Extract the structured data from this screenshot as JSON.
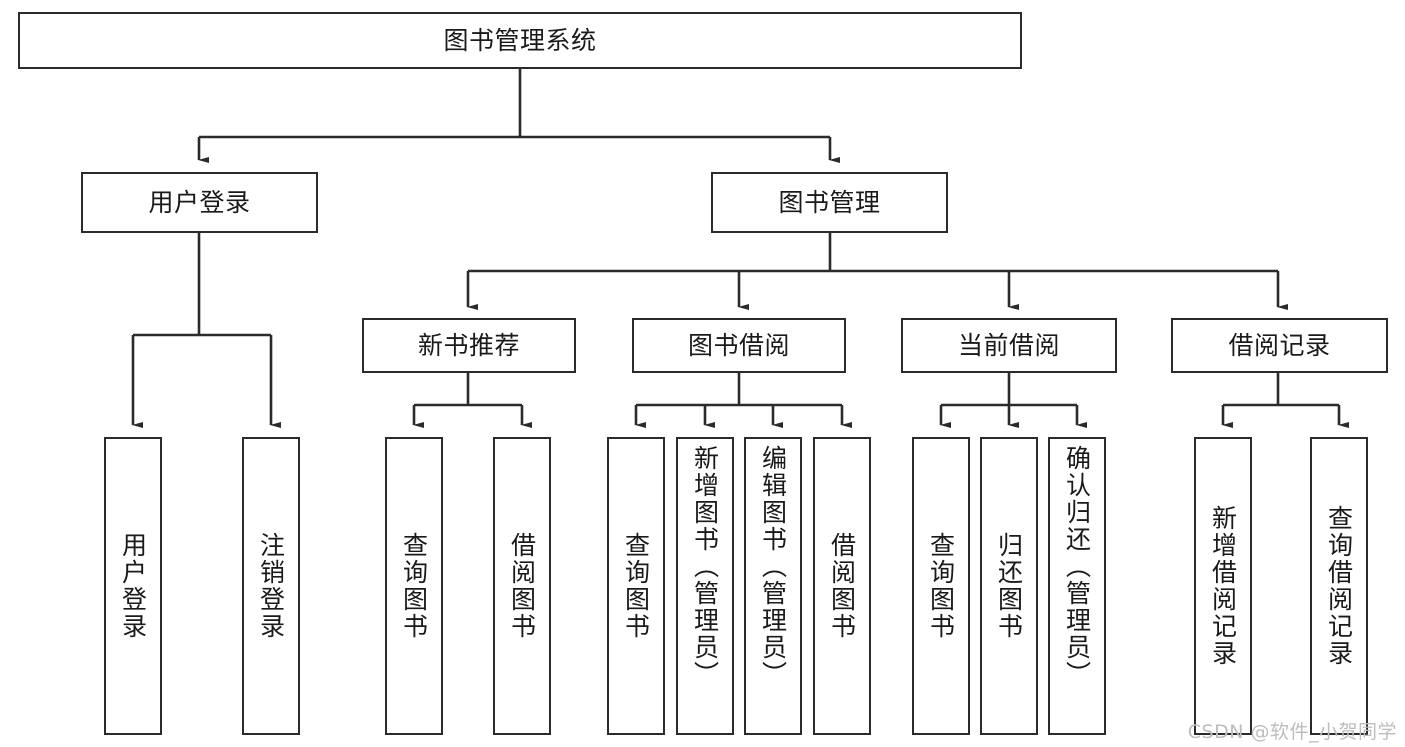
{
  "diagram": {
    "type": "tree-hierarchy-diagram",
    "title": "图书管理系统",
    "root": {
      "id": "root",
      "label": "图书管理系统"
    },
    "level2": [
      {
        "id": "user-login",
        "label": "用户登录"
      },
      {
        "id": "book-management",
        "label": "图书管理"
      }
    ],
    "level3": [
      {
        "id": "new-book-recommend",
        "label": "新书推荐",
        "parent": "book-management"
      },
      {
        "id": "book-borrow",
        "label": "图书借阅",
        "parent": "book-management"
      },
      {
        "id": "current-borrow",
        "label": "当前借阅",
        "parent": "book-management"
      },
      {
        "id": "borrow-record",
        "label": "借阅记录",
        "parent": "book-management"
      }
    ],
    "leaves": {
      "user-login": [
        {
          "id": "leaf-user-login",
          "label": "用户登录"
        },
        {
          "id": "leaf-logout-login",
          "label": "注销登录"
        }
      ],
      "new-book-recommend": [
        {
          "id": "leaf-query-book-1",
          "label": "查询图书"
        },
        {
          "id": "leaf-borrow-book-1",
          "label": "借阅图书"
        }
      ],
      "book-borrow": [
        {
          "id": "leaf-query-book-2",
          "label": "查询图书"
        },
        {
          "id": "leaf-add-book",
          "label": "新增图书（管理员）"
        },
        {
          "id": "leaf-edit-book",
          "label": "编辑图书（管理员）"
        },
        {
          "id": "leaf-borrow-book-2",
          "label": "借阅图书"
        }
      ],
      "current-borrow": [
        {
          "id": "leaf-query-book-3",
          "label": "查询图书"
        },
        {
          "id": "leaf-return-book",
          "label": "归还图书"
        },
        {
          "id": "leaf-confirm-return",
          "label": "确认归还（管理员）"
        }
      ],
      "borrow-record": [
        {
          "id": "leaf-add-record",
          "label": "新增借阅记录"
        },
        {
          "id": "leaf-query-record",
          "label": "查询借阅记录"
        }
      ]
    }
  },
  "watermark": {
    "text": "CSDN @软件_小贺同学"
  },
  "colors": {
    "stroke": "#2b2b2b",
    "background": "#ffffff",
    "text": "#1a1a1a",
    "watermark": "#bdbdbd"
  }
}
